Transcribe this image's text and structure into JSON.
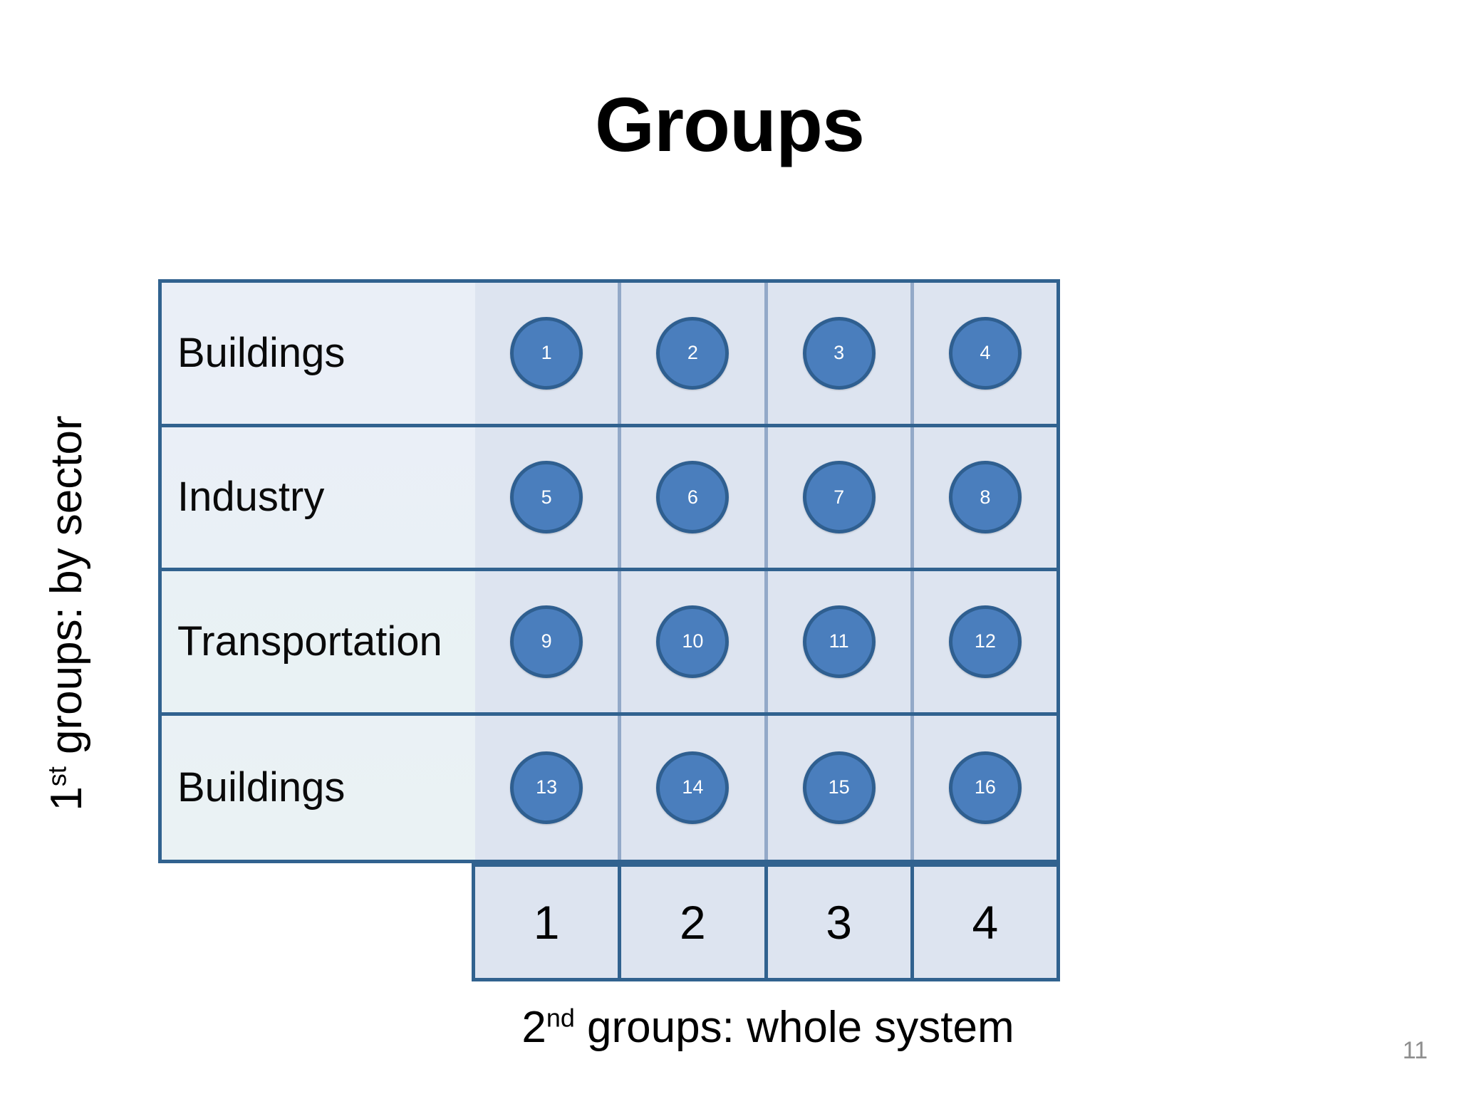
{
  "slide": {
    "title": "Groups",
    "page_number": "11",
    "background_color": "#ffffff"
  },
  "axes": {
    "y_label_prefix": "1",
    "y_label_sup": "st",
    "y_label_rest": " groups: by sector",
    "x_label_prefix": "2",
    "x_label_sup": "nd",
    "x_label_rest": " groups: whole system"
  },
  "colors": {
    "table_border": "#31628f",
    "inner_divider": "#93a9c8",
    "cell_background": "#dde4f0",
    "label_background": "#eaeff7",
    "bubble_fill": "#4a7ebd",
    "bubble_border": "#2f5f90",
    "bubble_text": "#ffffff",
    "page_number": "#8e8e8e"
  },
  "matrix": {
    "row_labels": [
      "Buildings",
      "Industry",
      "Transportation",
      "Buildings"
    ],
    "column_headers": [
      "1",
      "2",
      "3",
      "4"
    ],
    "cells": [
      [
        "1",
        "2",
        "3",
        "4"
      ],
      [
        "5",
        "6",
        "7",
        "8"
      ],
      [
        "9",
        "10",
        "11",
        "12"
      ],
      [
        "13",
        "14",
        "15",
        "16"
      ]
    ]
  }
}
